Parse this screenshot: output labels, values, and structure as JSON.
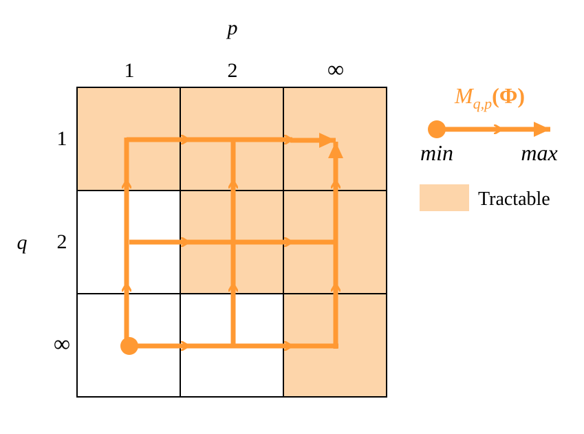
{
  "axes": {
    "column_axis_label": "p",
    "row_axis_label": "q",
    "columns": [
      "1",
      "2",
      "∞"
    ],
    "rows": [
      "1",
      "2",
      "∞"
    ]
  },
  "grid": {
    "tractable": [
      [
        true,
        true,
        true
      ],
      [
        false,
        true,
        true
      ],
      [
        false,
        false,
        true
      ]
    ]
  },
  "legend": {
    "title_base": "M",
    "title_subscript": "q,p",
    "title_argument": "(Φ)",
    "start_label": "min",
    "end_label": "max",
    "tractable_label": "Tractable"
  },
  "colors": {
    "accent": "#FF9933",
    "tractable_fill": "#FDD5AA",
    "grid_line": "#000000"
  }
}
